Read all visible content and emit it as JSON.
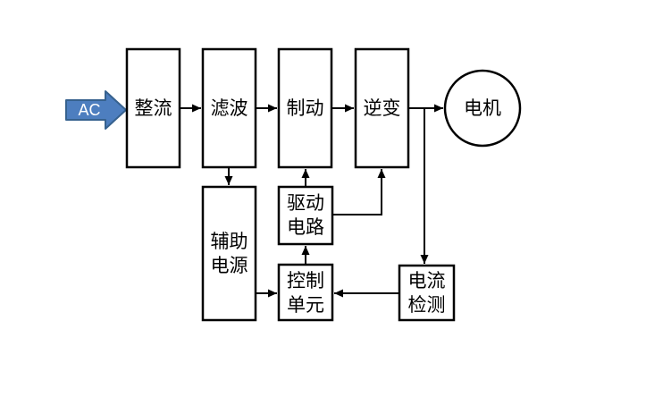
{
  "diagram": {
    "background_color": "#ffffff",
    "stroke_color": "#000000",
    "input_arrow": {
      "label": "AC",
      "fill_color": "#4d7ebf",
      "border_color": "#36618e",
      "label_color": "#ffffff"
    },
    "blocks": {
      "rectifier": {
        "label": "整流"
      },
      "filter": {
        "label": "滤波"
      },
      "brake": {
        "label": "制动"
      },
      "inverter": {
        "label": "逆变"
      },
      "motor": {
        "label": "电机"
      },
      "aux_power": {
        "line1": "辅助",
        "line2": "电源"
      },
      "drive_circuit": {
        "line1": "驱动",
        "line2": "电路"
      },
      "control_unit": {
        "line1": "控制",
        "line2": "单元"
      },
      "current_sense": {
        "line1": "电流",
        "line2": "检测"
      }
    },
    "connections": [
      {
        "from": "AC",
        "to": "整流"
      },
      {
        "from": "整流",
        "to": "滤波"
      },
      {
        "from": "滤波",
        "to": "制动"
      },
      {
        "from": "制动",
        "to": "逆变"
      },
      {
        "from": "逆变",
        "to": "电机"
      },
      {
        "from": "滤波",
        "to": "辅助电源"
      },
      {
        "from": "辅助电源",
        "to": "控制单元"
      },
      {
        "from": "控制单元",
        "to": "驱动电路"
      },
      {
        "from": "驱动电路",
        "to": "制动"
      },
      {
        "from": "驱动电路",
        "to": "逆变"
      },
      {
        "from": "逆变-电机连线",
        "to": "电流检测"
      },
      {
        "from": "电流检测",
        "to": "控制单元"
      }
    ]
  }
}
